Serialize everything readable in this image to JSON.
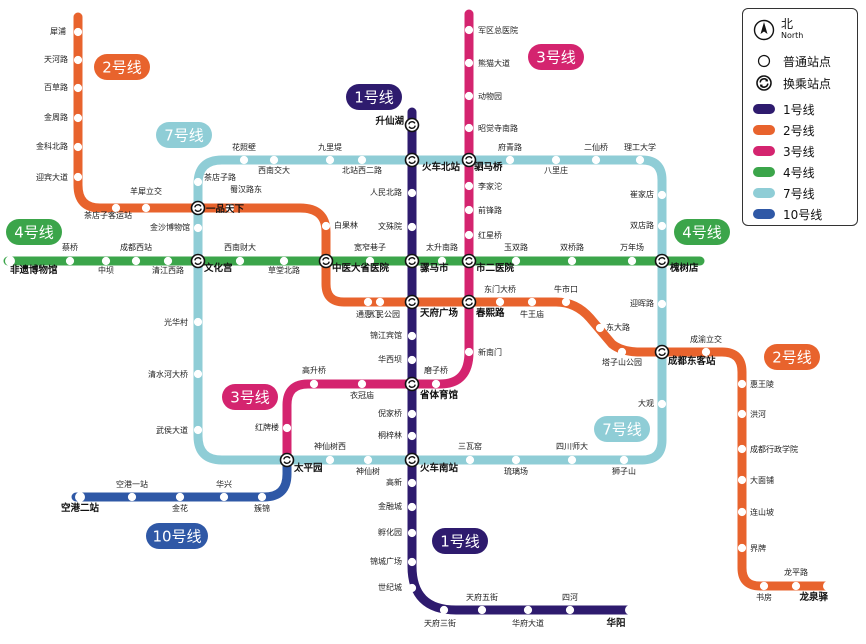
{
  "legend": {
    "north_cn": "北",
    "north_en": "North",
    "normal_station": "普通站点",
    "transfer_station": "换乘站点",
    "lines": [
      "1号线",
      "2号线",
      "3号线",
      "4号线",
      "7号线",
      "10号线"
    ]
  },
  "colors": {
    "line1": "#2e1b6e",
    "line2": "#e8632d",
    "line3": "#d4246f",
    "line4": "#3ba54a",
    "line7": "#8fcdd6",
    "line10": "#2f58a6"
  },
  "icons": {
    "compass": "north-arrow-icon",
    "normal": "normal-station-icon",
    "transfer": "transfer-station-icon"
  },
  "badges": [
    {
      "line": "line2",
      "text": "2号线"
    },
    {
      "line": "line3",
      "text": "3号线"
    },
    {
      "line": "line1",
      "text": "1号线"
    },
    {
      "line": "line7",
      "text": "7号线"
    },
    {
      "line": "line4",
      "text": "4号线"
    },
    {
      "line": "line4",
      "text": "4号线"
    },
    {
      "line": "line3",
      "text": "3号线"
    },
    {
      "line": "line7",
      "text": "7号线"
    },
    {
      "line": "line2",
      "text": "2号线"
    },
    {
      "line": "line1",
      "text": "1号线"
    },
    {
      "line": "line10",
      "text": "10号线"
    }
  ],
  "stations": {
    "normal": [
      "犀浦",
      "天河路",
      "百草路",
      "金周路",
      "金科北路",
      "迎宾大道",
      "羊犀立交",
      "茶店子客运站",
      "茶店子路",
      "金沙博物馆",
      "蔡桥",
      "中坝",
      "成都西站",
      "清江西路",
      "西南财大",
      "草堂北路",
      "花照壁",
      "西南交大",
      "九里堤",
      "北站西二路",
      "人民北路",
      "文殊院",
      "白果林",
      "宽窄巷子",
      "太升南路",
      "蜀汉路东",
      "光华村",
      "清水河大桥",
      "武侯大道",
      "军区总医院",
      "熊猫大道",
      "动物园",
      "昭觉寺南路",
      "李家沱",
      "前锋路",
      "红星桥",
      "府青路",
      "八里庄",
      "二仙桥",
      "理工大学",
      "崔家店",
      "双店路",
      "玉双路",
      "双桥路",
      "万年场",
      "迎晖路",
      "通惠门",
      "人民公园",
      "锦江宾馆",
      "华西坝",
      "东门大桥",
      "牛王庙",
      "牛市口",
      "新南门",
      "东大路",
      "塔子山公园",
      "成渝立交",
      "惠王陵",
      "洪河",
      "成都行政学院",
      "大面铺",
      "连山坡",
      "界牌",
      "书房",
      "龙平路",
      "大观",
      "高升桥",
      "衣冠庙",
      "红牌楼",
      "磨子桥",
      "倪家桥",
      "桐梓林",
      "神仙树",
      "神仙树西",
      "三瓦窑",
      "琉璃场",
      "四川师大",
      "狮子山",
      "高新",
      "金融城",
      "孵化园",
      "锦城广场",
      "世纪城",
      "天府五街",
      "天府三街",
      "华府大道",
      "四河",
      "空港一站",
      "金花",
      "华兴",
      "簇锦",
      "升仙湖"
    ],
    "transfer": [
      "升仙湖",
      "火车北站",
      "驷马桥",
      "一品天下",
      "文化宫",
      "中医大省医院",
      "骡马市",
      "市二医院",
      "槐树店",
      "天府广场",
      "春熙路",
      "成都东客站",
      "省体育馆",
      "太平园",
      "火车南站"
    ],
    "terminal": [
      "非遗博物馆",
      "空港二站",
      "华阳",
      "龙泉驿"
    ]
  }
}
